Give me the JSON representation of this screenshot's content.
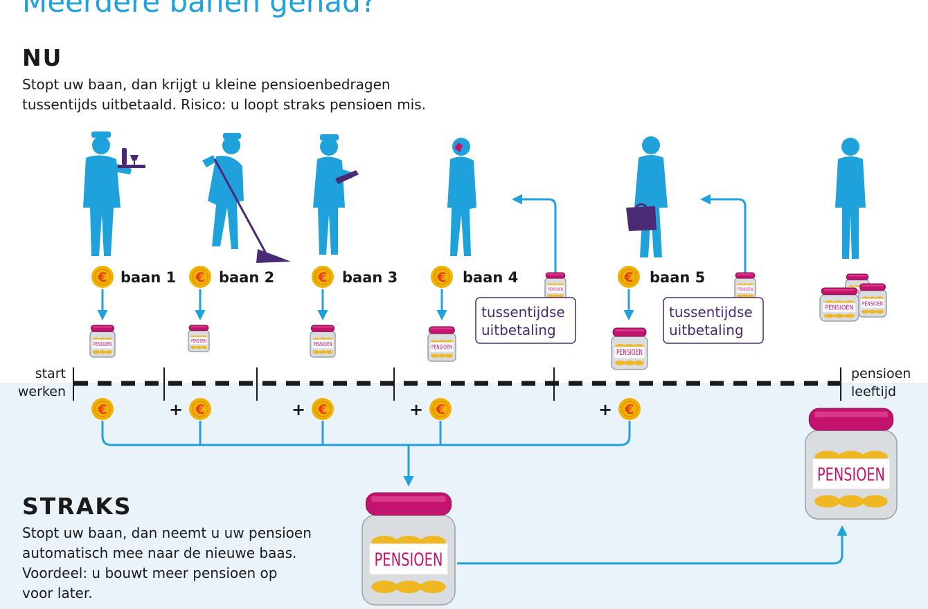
{
  "title": "Meerdere banen gehad?",
  "now": {
    "heading": "NU",
    "text": "Stopt uw baan, dan krijgt u kleine pensioenbedragen\ntussentijds uitbetaald. Risico: u loopt straks pensioen mis."
  },
  "later": {
    "heading": "STRAKS",
    "text": "Stopt uw baan, dan neemt u uw pensioen\nautomatisch mee naar de nieuwe baas.\nVoordeel: u bouwt meer pensioen op\nvoor later."
  },
  "jobs": [
    "baan 1",
    "baan 2",
    "baan 3",
    "baan 4",
    "baan 5"
  ],
  "payout_label": [
    "tussentijdse",
    "uitbetaling"
  ],
  "timeline": {
    "start": [
      "start",
      "werken"
    ],
    "end": [
      "pensioen",
      "leeftijd"
    ]
  },
  "jar_label": "PENSIOEN",
  "coin_symbol": "€",
  "plus_symbol": "+",
  "colors": {
    "blue": "#1fa2dc",
    "magenta": "#c2146e",
    "purple": "#4a2a74",
    "gold": "#f2b100",
    "coin_text": "#e2401c",
    "light_bg": "#eaf3fa"
  }
}
